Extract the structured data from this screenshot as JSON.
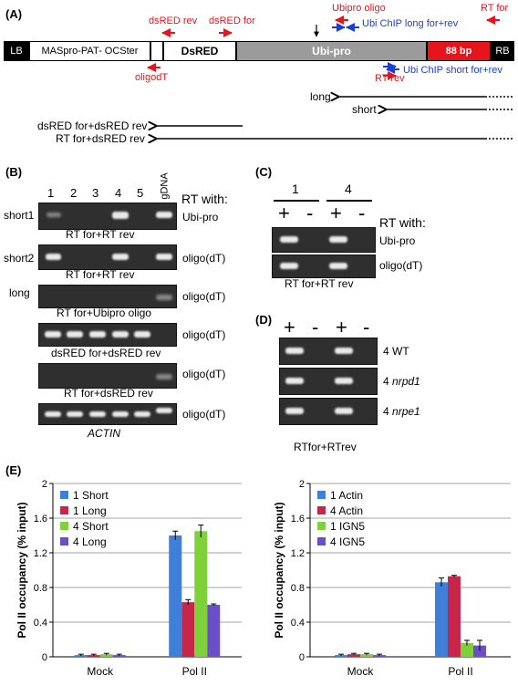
{
  "panelA": {
    "label": "(A)",
    "segments": {
      "lb": "LB",
      "masproPat": "MASpro-PAT- OCSter",
      "dsred": "DsRED",
      "ubipro": "Ubi-pro",
      "bp88": "88 bp",
      "rb": "RB"
    },
    "primers": {
      "dsredRev": "dsRED rev",
      "dsredFor": "dsRED for",
      "ubiproOligo": "Ubipro oligo",
      "ubiChipLong": "Ubi ChIP long for+rev",
      "rtFor": "RT for",
      "oligodT": "oligodT",
      "rtRev": "RT rev",
      "ubiChipShort": "Ubi ChIP short for+rev"
    },
    "transcripts": {
      "long": "long",
      "short": "short",
      "dsredForDsredRev": "dsRED for+dsRED rev",
      "rtForDsredRev": "RT for+dsRED rev"
    }
  },
  "panelB": {
    "label": "(B)",
    "lanes": [
      "1",
      "2",
      "3",
      "4",
      "5",
      "gDNA"
    ],
    "rtWith": "RT with:",
    "rows": [
      {
        "left": "short1",
        "right": "Ubi-pro",
        "caption": "RT for+RT rev"
      },
      {
        "left": "short2",
        "right": "oligo(dT)",
        "caption": "RT for+RT rev"
      },
      {
        "left": "long",
        "right": "oligo(dT)",
        "caption": "RT for+Ubipro oligo"
      },
      {
        "left": "",
        "right": "oligo(dT)",
        "caption": "dsRED for+dsRED rev"
      },
      {
        "left": "",
        "right": "oligo(dT)",
        "caption": "RT for+dsRED rev"
      },
      {
        "left": "",
        "right": "oligo(dT)",
        "caption": "ACTIN"
      }
    ]
  },
  "panelC": {
    "label": "(C)",
    "groups": [
      "1",
      "4"
    ],
    "signs": [
      "+",
      "-",
      "+",
      "-"
    ],
    "rtWith": "RT with:",
    "rows": [
      {
        "right": "Ubi-pro"
      },
      {
        "right": "oligo(dT)"
      }
    ],
    "caption": "RT for+RT rev"
  },
  "panelD": {
    "label": "(D)",
    "signs": [
      "+",
      "-",
      "+",
      "-"
    ],
    "rows": [
      {
        "prefix": "4",
        "name": "WT"
      },
      {
        "prefix": "4",
        "name": "nrpd1"
      },
      {
        "prefix": "4",
        "name": "nrpe1"
      }
    ],
    "caption": "RTfor+RTrev"
  },
  "panelE": {
    "label": "(E)",
    "colors": {
      "blue": "#3f7fd9",
      "red": "#c8254a",
      "green": "#7fd13a",
      "purple": "#6a4fc9"
    },
    "chart_data": [
      {
        "type": "bar",
        "categories": [
          "Mock",
          "Pol II"
        ],
        "series": [
          {
            "name": "1 Short",
            "values": [
              0.02,
              1.4
            ],
            "errors": [
              0.01,
              0.05
            ]
          },
          {
            "name": "1 Long",
            "values": [
              0.02,
              0.63
            ],
            "errors": [
              0.01,
              0.03
            ]
          },
          {
            "name": "4 Short",
            "values": [
              0.03,
              1.45
            ],
            "errors": [
              0.01,
              0.07
            ]
          },
          {
            "name": "4 Long",
            "values": [
              0.02,
              0.6
            ],
            "errors": [
              0.01,
              0.01
            ]
          }
        ],
        "ylabel": "Pol II occupancy (% input)",
        "ylim": [
          0,
          2
        ],
        "yticks": [
          "0",
          "0.4",
          "0.8",
          "1.2",
          "1.6",
          "2"
        ],
        "grid": true,
        "legend": "top-left"
      },
      {
        "type": "bar",
        "categories": [
          "Mock",
          "Pol II"
        ],
        "series": [
          {
            "name": "1 Actin",
            "values": [
              0.02,
              0.86
            ],
            "errors": [
              0.01,
              0.05
            ]
          },
          {
            "name": "4 Actin",
            "values": [
              0.03,
              0.93
            ],
            "errors": [
              0.01,
              0.01
            ]
          },
          {
            "name": "1 IGN5",
            "values": [
              0.03,
              0.16
            ],
            "errors": [
              0.01,
              0.03
            ]
          },
          {
            "name": "4 IGN5",
            "values": [
              0.02,
              0.13
            ],
            "errors": [
              0.01,
              0.06
            ]
          }
        ],
        "ylabel": "Pol II occupancy (% input)",
        "ylim": [
          0,
          2
        ],
        "yticks": [
          "0",
          "0.4",
          "0.8",
          "1.2",
          "1.6",
          "2"
        ],
        "grid": true,
        "legend": "top-left"
      }
    ]
  }
}
